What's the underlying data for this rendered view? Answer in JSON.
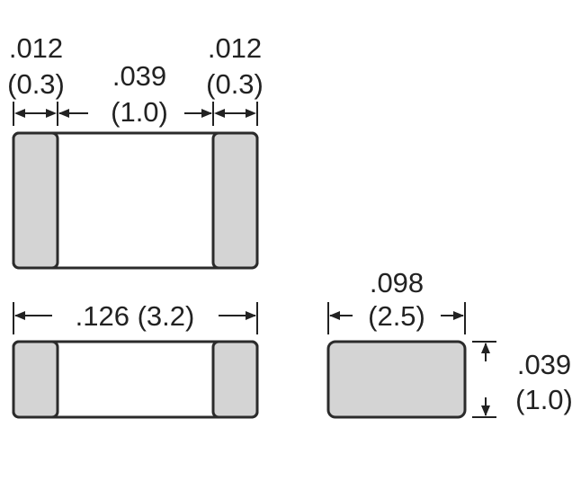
{
  "dimensions": {
    "terminal_left": {
      "inch": ".012",
      "mm": "(0.3)"
    },
    "gap": {
      "inch": ".039",
      "mm": "(1.0)"
    },
    "terminal_right": {
      "inch": ".012",
      "mm": "(0.3)"
    },
    "length": {
      "label": ".126 (3.2)"
    },
    "width": {
      "inch": ".098",
      "mm": "(2.5)"
    },
    "height": {
      "inch": ".039",
      "mm": "(1.0)"
    }
  },
  "colors": {
    "terminal_fill": "#d4d4d4",
    "outline": "#2b2b2b",
    "background": "#ffffff"
  }
}
